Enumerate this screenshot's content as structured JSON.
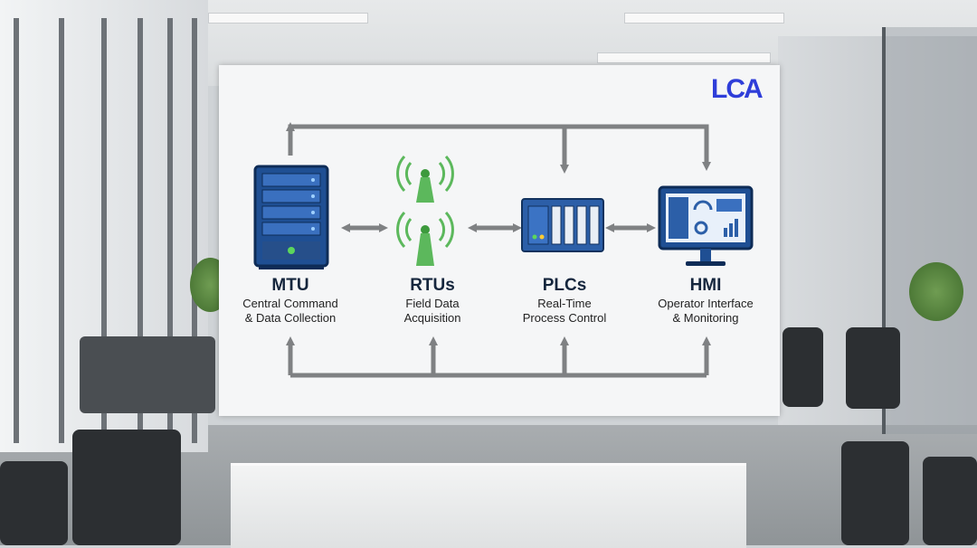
{
  "logo": {
    "text": "LCA",
    "color": "#2f3ed9"
  },
  "colors": {
    "arrow": "#7f8183",
    "device_blue": "#2c5fa8",
    "antenna_green": "#5cb85c"
  },
  "nodes": [
    {
      "id": "mtu",
      "title": "MTU",
      "desc1": "Central Command",
      "desc2": "& Data Collection",
      "icon": "server-rack-icon"
    },
    {
      "id": "rtus",
      "title": "RTUs",
      "desc1": "Field Data",
      "desc2": "Acquisition",
      "icon": "radio-antenna-icon"
    },
    {
      "id": "plcs",
      "title": "PLCs",
      "desc1": "Real-Time",
      "desc2": "Process Control",
      "icon": "plc-module-icon"
    },
    {
      "id": "hmi",
      "title": "HMI",
      "desc1": "Operator Interface",
      "desc2": "& Monitoring",
      "icon": "monitor-dashboard-icon"
    }
  ]
}
